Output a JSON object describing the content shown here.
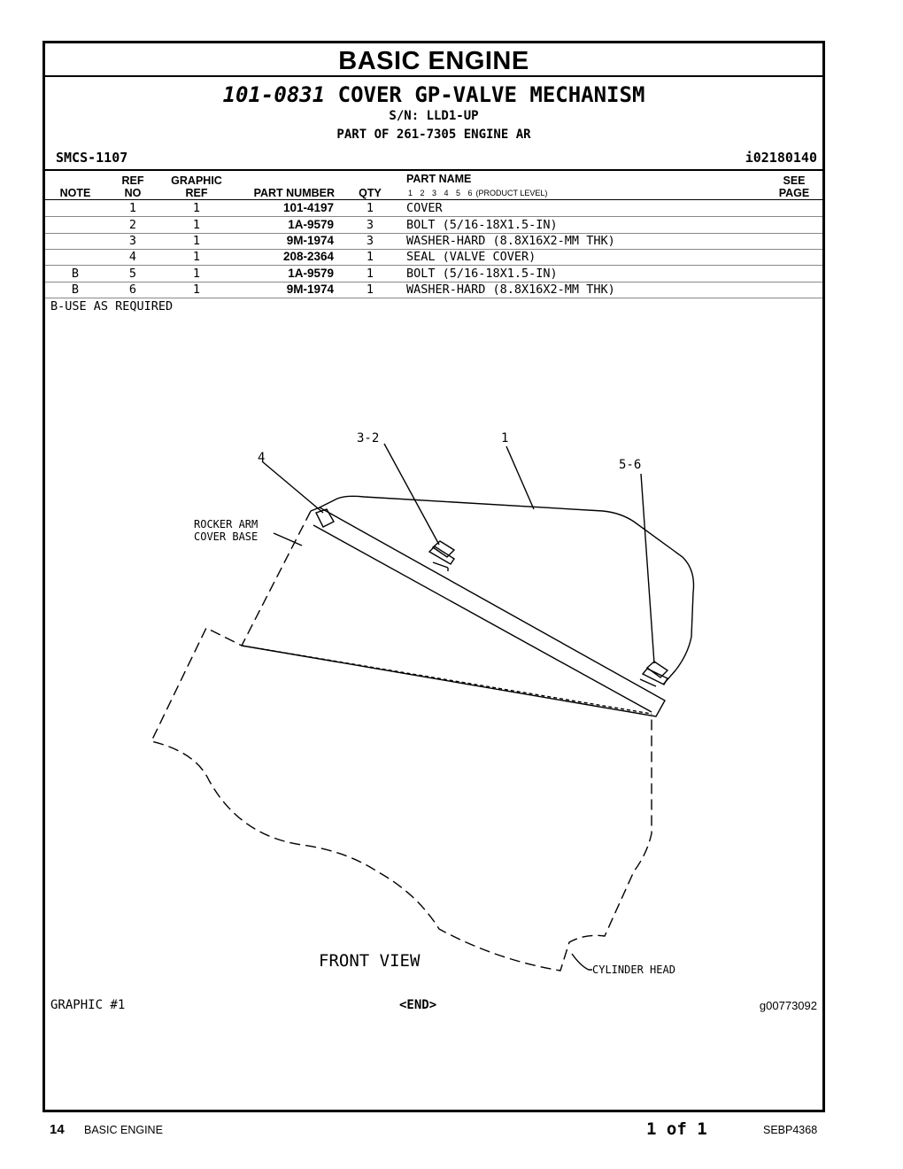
{
  "header": {
    "section": "BASIC ENGINE",
    "part_number": "101-0831",
    "part_title": "COVER GP-VALVE MECHANISM",
    "serial": "S/N: LLD1-UP",
    "part_of": "PART OF 261-7305 ENGINE AR",
    "smcs": "SMCS-1107",
    "illustration_id": "i02180140"
  },
  "table": {
    "headers": {
      "note": "NOTE",
      "ref_top": "REF",
      "ref_bottom": "NO",
      "graphic_top": "GRAPHIC",
      "graphic_bottom": "REF",
      "part_number": "PART NUMBER",
      "qty": "QTY",
      "part_name": "PART NAME",
      "levels": "1 2 3 4 5 6",
      "product_level": "(PRODUCT LEVEL)",
      "see_top": "SEE",
      "see_bottom": "PAGE"
    },
    "rows": [
      {
        "note": "",
        "ref": "1",
        "graphic_ref": "1",
        "part_number": "101-4197",
        "qty": "1",
        "name": "COVER"
      },
      {
        "note": "",
        "ref": "2",
        "graphic_ref": "1",
        "part_number": "1A-9579",
        "qty": "3",
        "name": "BOLT (5/16-18X1.5-IN)"
      },
      {
        "note": "",
        "ref": "3",
        "graphic_ref": "1",
        "part_number": "9M-1974",
        "qty": "3",
        "name": "WASHER-HARD (8.8X16X2-MM THK)"
      },
      {
        "note": "",
        "ref": "4",
        "graphic_ref": "1",
        "part_number": "208-2364",
        "qty": "1",
        "name": "SEAL (VALVE COVER)"
      },
      {
        "note": "B",
        "ref": "5",
        "graphic_ref": "1",
        "part_number": "1A-9579",
        "qty": "1",
        "name": "BOLT (5/16-18X1.5-IN)"
      },
      {
        "note": "B",
        "ref": "6",
        "graphic_ref": "1",
        "part_number": "9M-1974",
        "qty": "1",
        "name": "WASHER-HARD (8.8X16X2-MM THK)"
      }
    ],
    "note_b": "B-USE AS REQUIRED"
  },
  "graphic": {
    "callouts": [
      "3-2",
      "1",
      "4",
      "5-6"
    ],
    "label_rocker_1": "ROCKER ARM",
    "label_rocker_2": "COVER BASE",
    "label_view": "FRONT VIEW",
    "label_head": "CYLINDER HEAD",
    "caption": "GRAPHIC #1",
    "end": "<END>",
    "graphic_id": "g00773092"
  },
  "footer": {
    "page": "14",
    "section": "BASIC ENGINE",
    "page_of": "1 of 1",
    "doc": "SEBP4368"
  }
}
